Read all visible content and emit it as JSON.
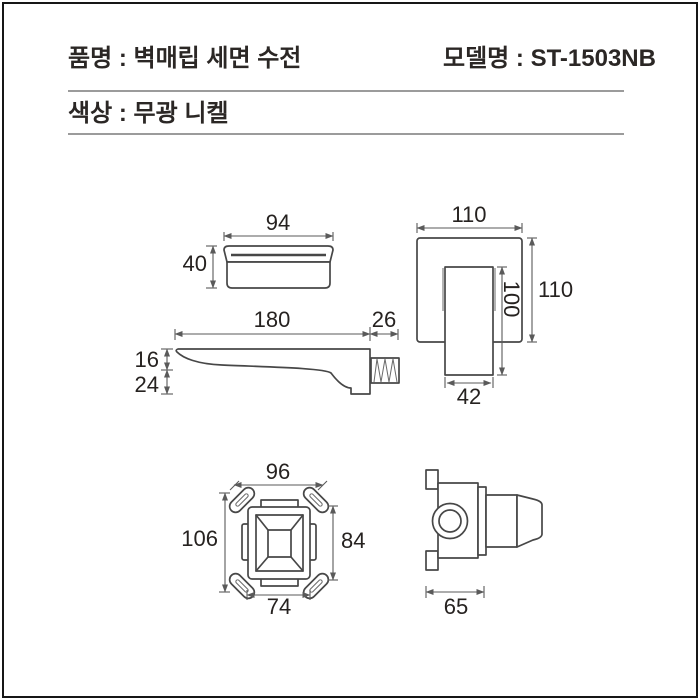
{
  "header": {
    "product_name": "품명 : 벽매립 세면 수전",
    "model_name": "모델명 : ST-1503NB",
    "color": "색상 : 무광 니켈"
  },
  "diagram": {
    "spout_front": {
      "width": "94",
      "height": "40"
    },
    "wall_plate": {
      "width": "110",
      "height": "110",
      "cartridge_height": "100",
      "cartridge_width": "42"
    },
    "spout_side": {
      "length": "180",
      "thread_length": "26",
      "tip_height": "16",
      "drop_height": "24"
    },
    "handle_front": {
      "width": "96",
      "height": "106",
      "side_height": "84",
      "bottom_width": "74"
    },
    "valve_side": {
      "depth": "65"
    }
  },
  "colors": {
    "outline": "#474747",
    "dimension": "#5a5a5a",
    "text": "#2b2725",
    "separator": "#9b9b9b",
    "border": "#161616",
    "background": "#ffffff"
  }
}
